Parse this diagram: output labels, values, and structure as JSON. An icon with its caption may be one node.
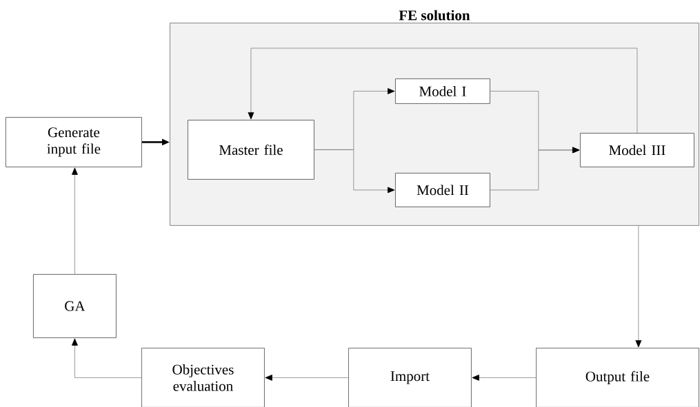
{
  "diagram": {
    "nodes": [
      {
        "text": [
          "FE solution"
        ]
      },
      {
        "text": [
          "Generate input file"
        ]
      },
      {
        "text": [
          "Master file"
        ],
        "in": 0
      },
      {
        "text": [
          "Model I"
        ],
        "in": 0
      },
      {
        "text": [
          "Model II"
        ],
        "in": 0
      },
      {
        "text": [
          "Model III"
        ],
        "in": 0
      },
      {
        "text": [
          "GA"
        ]
      },
      {
        "text": [
          "Objectives evaluation"
        ]
      },
      {
        "text": [
          "Import"
        ]
      },
      {
        "text": [
          "Output file"
        ]
      }
    ],
    "edges": [
      {
        "from": 1,
        "to": 0,
        "arrow": "to",
        "style": "thick",
        "color": "#000000"
      },
      {
        "from": 2,
        "to": 3,
        "arrow": "to"
      },
      {
        "from": 2,
        "to": 4,
        "arrow": "to"
      },
      {
        "from": 3,
        "to": 5,
        "arrow": "to"
      },
      {
        "from": 4,
        "to": 5,
        "arrow": "to"
      },
      {
        "from": 5,
        "to": 2,
        "arrow": "to"
      },
      {
        "from": 0,
        "to": 9,
        "arrow": "to"
      },
      {
        "from": 9,
        "to": 8,
        "arrow": "to"
      },
      {
        "from": 8,
        "to": 7,
        "arrow": "to"
      },
      {
        "from": 7,
        "to": 6,
        "arrow": "to"
      },
      {
        "from": 6,
        "to": 1,
        "arrow": "to"
      }
    ]
  }
}
